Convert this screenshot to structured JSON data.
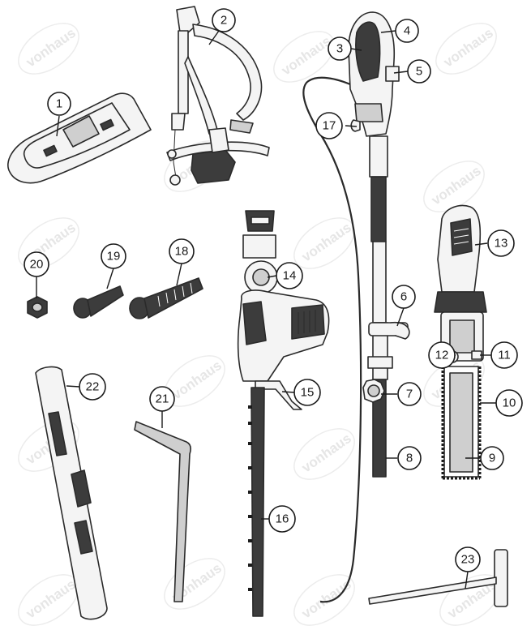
{
  "watermark": {
    "text": "vonhaus"
  },
  "colors": {
    "outline": "#2a2a2a",
    "part_light": "#f4f4f4",
    "part_mid": "#cfcfcf",
    "part_dark": "#3c3c3c",
    "watermark": "#e6e6e6"
  },
  "callouts": {
    "c1": "1",
    "c2": "2",
    "c3": "3",
    "c4": "4",
    "c5": "5",
    "c6": "6",
    "c7": "7",
    "c8": "8",
    "c9": "9",
    "c10": "10",
    "c11": "11",
    "c12": "12",
    "c13": "13",
    "c14": "14",
    "c15": "15",
    "c16": "16",
    "c17": "17",
    "c18": "18",
    "c19": "19",
    "c20": "20",
    "c21": "21",
    "c22": "22",
    "c23": "23"
  }
}
